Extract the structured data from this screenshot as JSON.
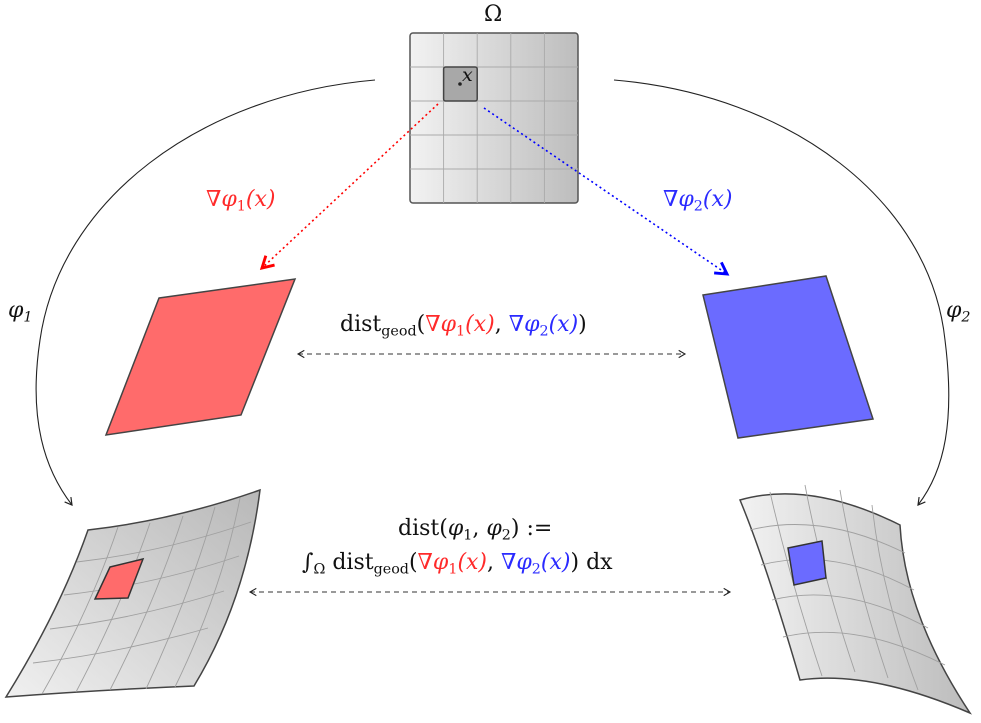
{
  "domain_title": "Ω",
  "point_label": "x",
  "map1": {
    "name": "φ",
    "index": "1"
  },
  "map2": {
    "name": "φ",
    "index": "2"
  },
  "grad1": {
    "nabla": "∇",
    "phi": "φ",
    "index": "1",
    "arg": "(x)"
  },
  "grad2": {
    "nabla": "∇",
    "phi": "φ",
    "index": "2",
    "arg": "(x)"
  },
  "local_dist": {
    "prefix": "dist",
    "subscript": "geod",
    "open": "(",
    "sep": ", ",
    "close": ")"
  },
  "global_dist": {
    "line1": {
      "prefix": "dist(",
      "phi1": "φ",
      "i1": "1",
      "sep": ", ",
      "phi2": "φ",
      "i2": "2",
      "suffix": ") :="
    },
    "integral": "∫",
    "integral_sub": "Ω",
    "dx": "dx"
  },
  "colors": {
    "red_fill": "#ff6b6b",
    "blue_fill": "#6b6bff",
    "red_text": "#ff2a2a",
    "blue_text": "#2a2aff",
    "grid_fill": "#d9d9d9",
    "outline": "#555555"
  }
}
